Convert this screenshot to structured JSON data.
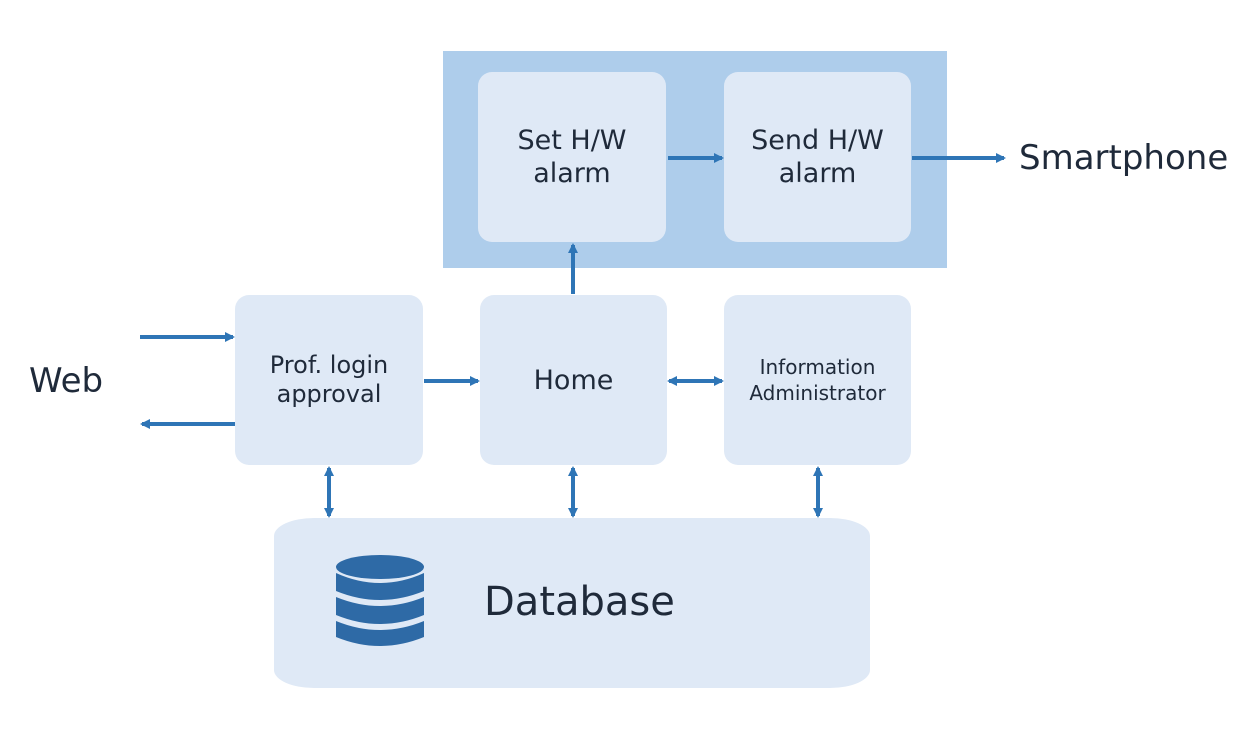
{
  "external": {
    "web": "Web",
    "smartphone": "Smartphone"
  },
  "alarm_group": {
    "set_alarm": "Set H/W\nalarm",
    "send_alarm": "Send H/W\nalarm"
  },
  "modules": {
    "login": "Prof. login\napproval",
    "home": "Home",
    "info_admin": "Information\nAdministrator"
  },
  "database": {
    "label": "Database",
    "icon": "database-icon"
  },
  "colors": {
    "arrow": "#2e75b6",
    "box_fill": "#dfe9f6",
    "group_fill": "#aecdeb",
    "db_icon": "#2e6aa6",
    "text": "#1f2a3a"
  }
}
